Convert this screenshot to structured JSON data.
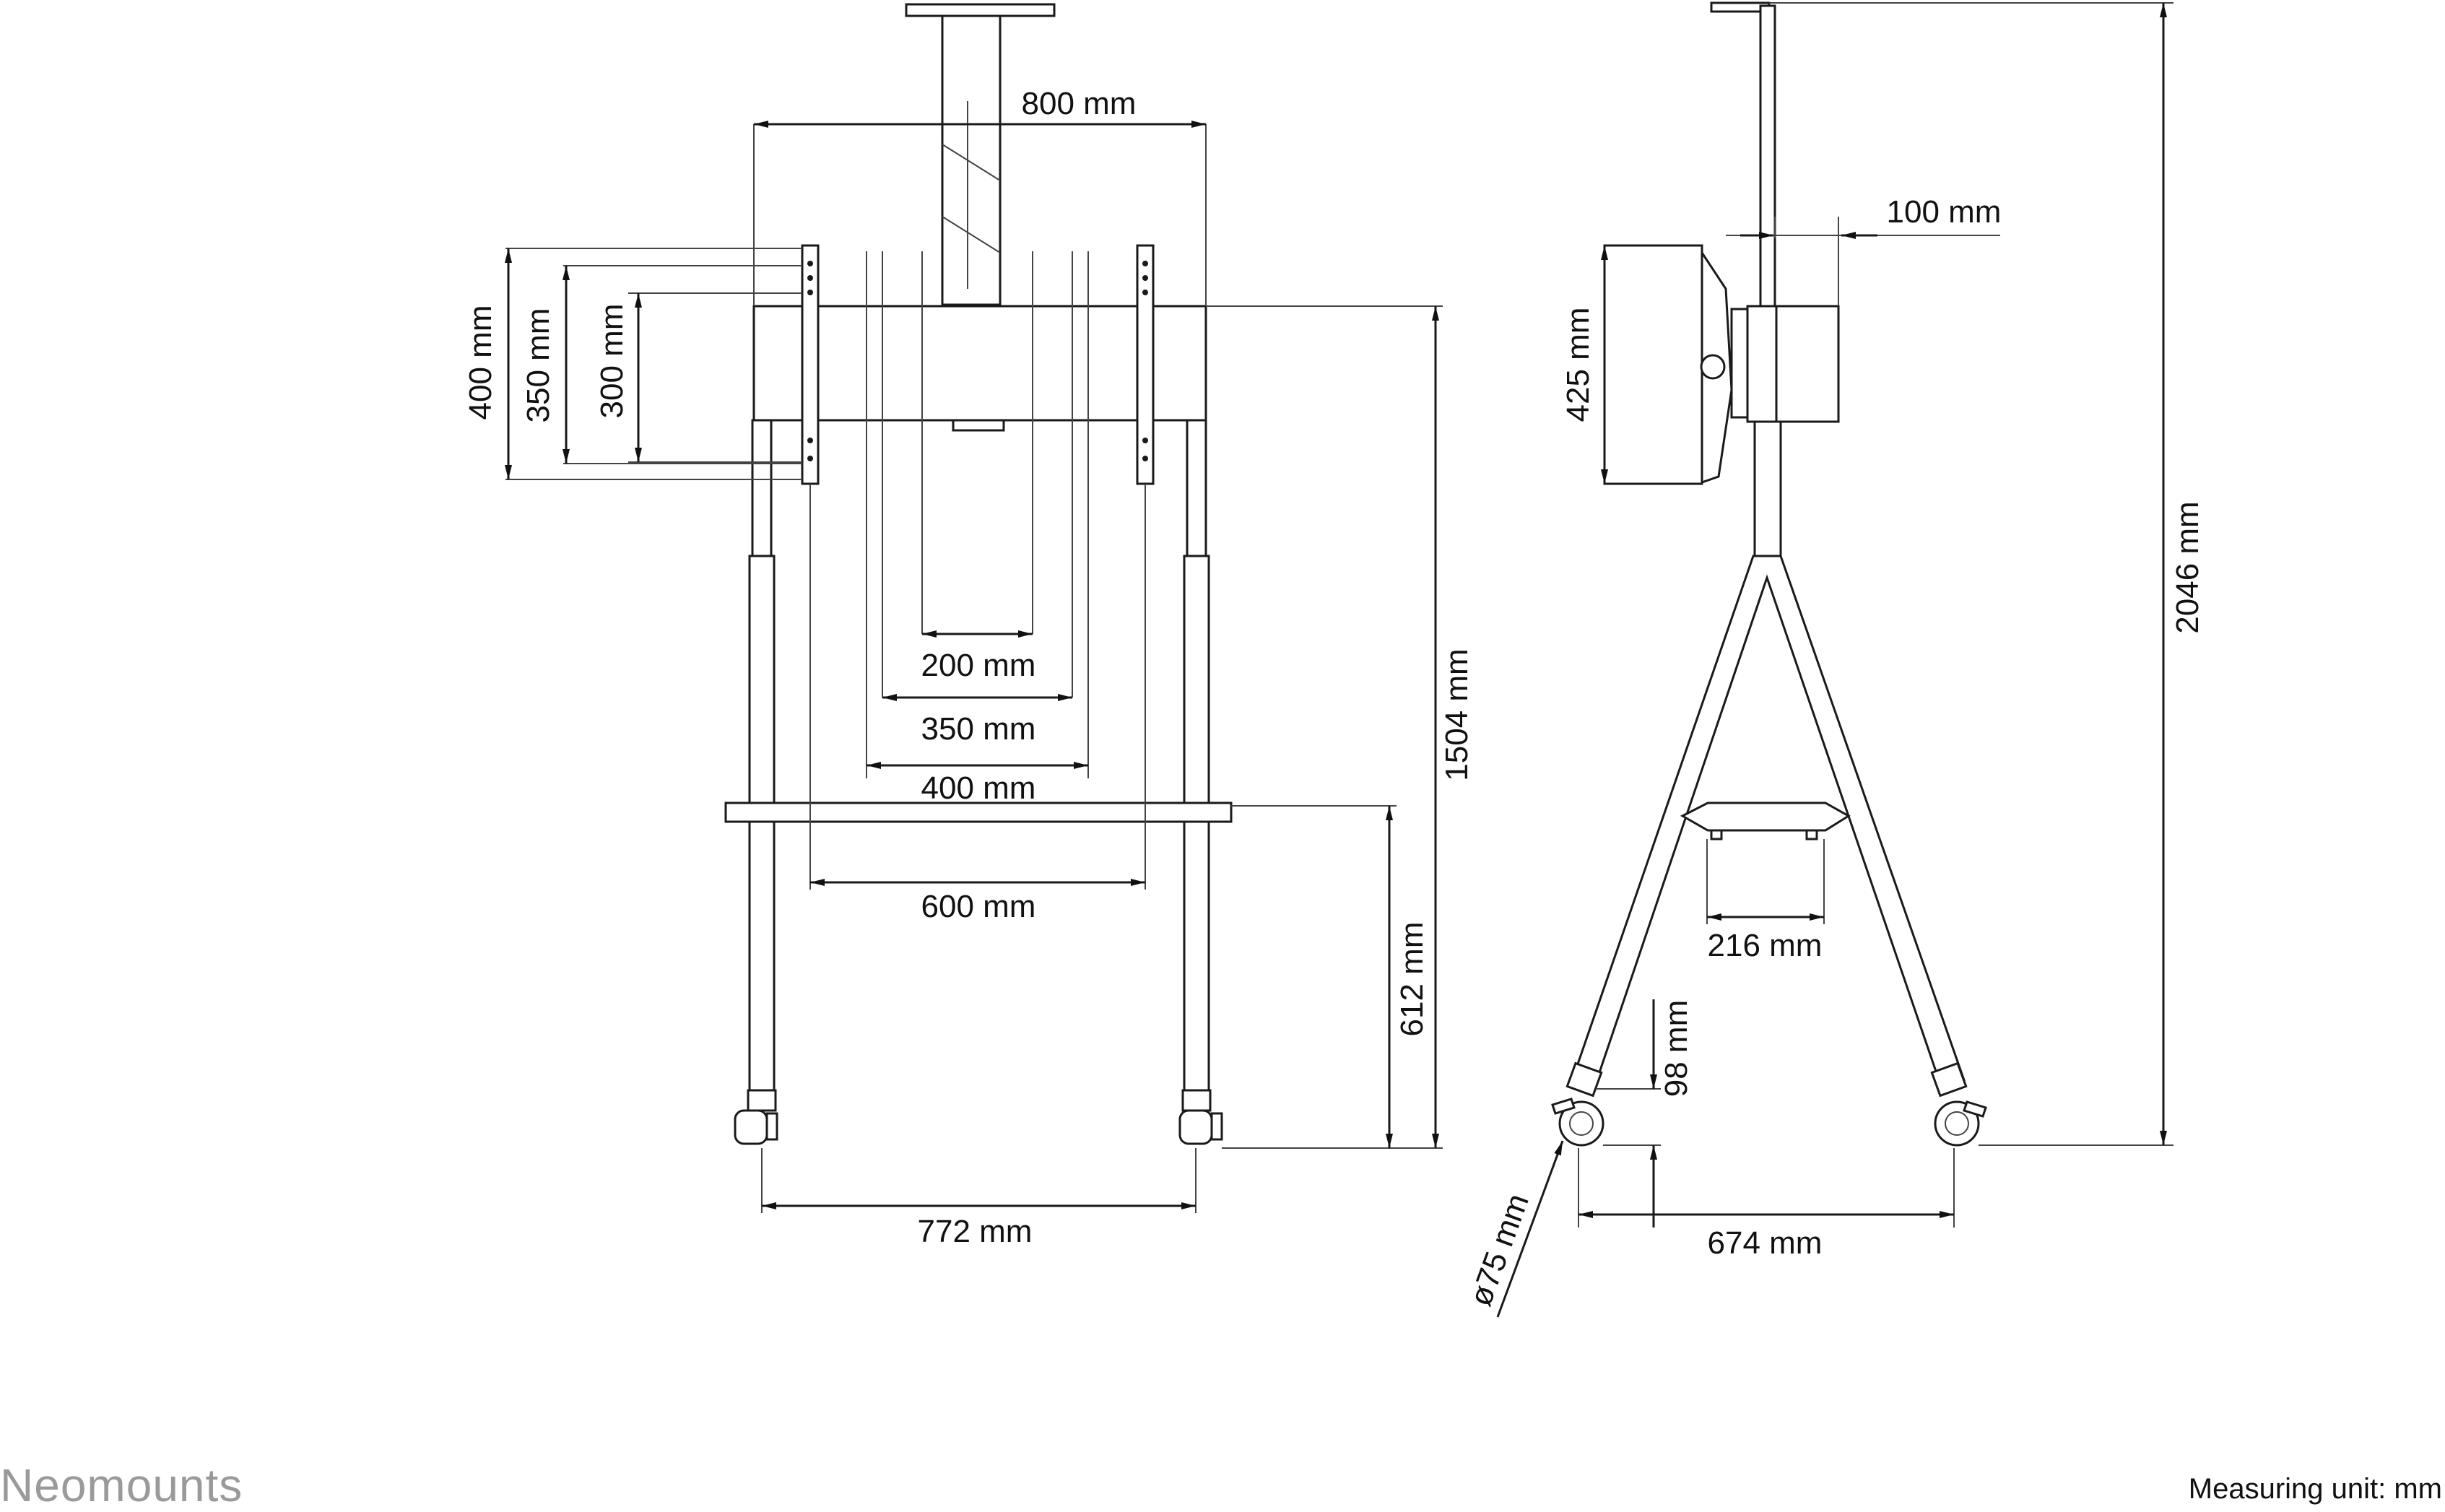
{
  "brand": "Neomounts",
  "measuring_unit": "Measuring unit: mm",
  "colors": {
    "line": "#1a1a1a",
    "brand": "#9a9a9a"
  },
  "front_view": {
    "width_800": "800 mm",
    "vesa_h_400": "400 mm",
    "vesa_h_350": "350 mm",
    "vesa_h_300": "300 mm",
    "vesa_w_200": "200 mm",
    "vesa_w_350": "350 mm",
    "vesa_w_400": "400 mm",
    "vesa_w_600": "600 mm",
    "height_1504": "1504 mm",
    "shelf_height_612": "612 mm",
    "base_width_772": "772 mm"
  },
  "side_view": {
    "depth_100": "100 mm",
    "plate_425": "425 mm",
    "total_height_2046": "2046 mm",
    "shelf_216": "216 mm",
    "wheel_offset_98": "98 mm",
    "wheel_diameter_75": "ø75 mm",
    "base_depth_674": "674 mm"
  }
}
